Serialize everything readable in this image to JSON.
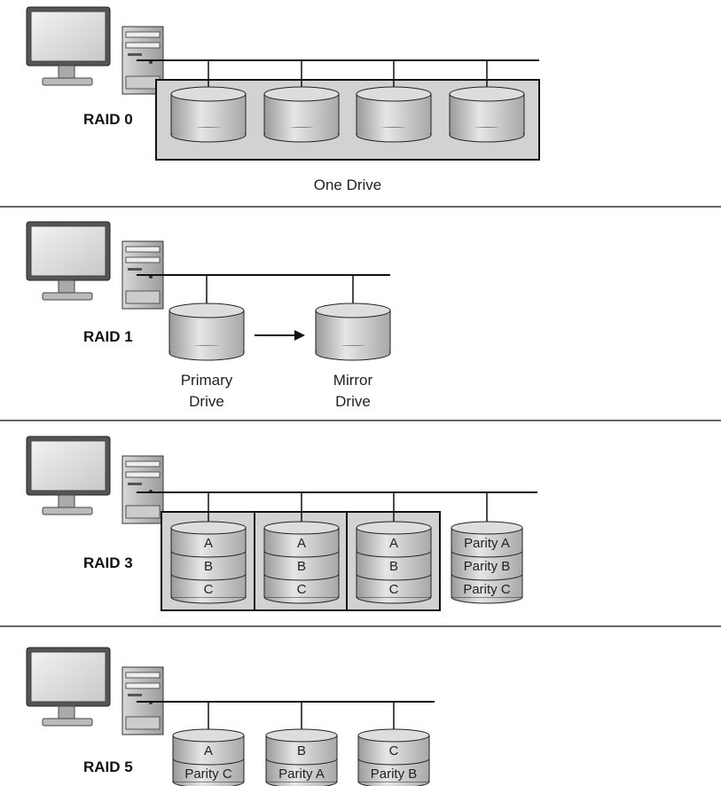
{
  "sections": {
    "raid0": {
      "label": "RAID 0",
      "caption": "One Drive"
    },
    "raid1": {
      "label": "RAID 1",
      "primary_line1": "Primary",
      "primary_line2": "Drive",
      "mirror_line1": "Mirror",
      "mirror_line2": "Drive"
    },
    "raid3": {
      "label": "RAID 3",
      "data_disks": [
        [
          "A",
          "B",
          "C"
        ],
        [
          "A",
          "B",
          "C"
        ],
        [
          "A",
          "B",
          "C"
        ]
      ],
      "parity_disk": [
        "Parity A",
        "Parity B",
        "Parity C"
      ]
    },
    "raid5": {
      "label": "RAID 5",
      "disks": [
        [
          "A",
          "Parity C"
        ],
        [
          "B",
          "Parity A"
        ],
        [
          "C",
          "Parity B"
        ]
      ]
    }
  }
}
